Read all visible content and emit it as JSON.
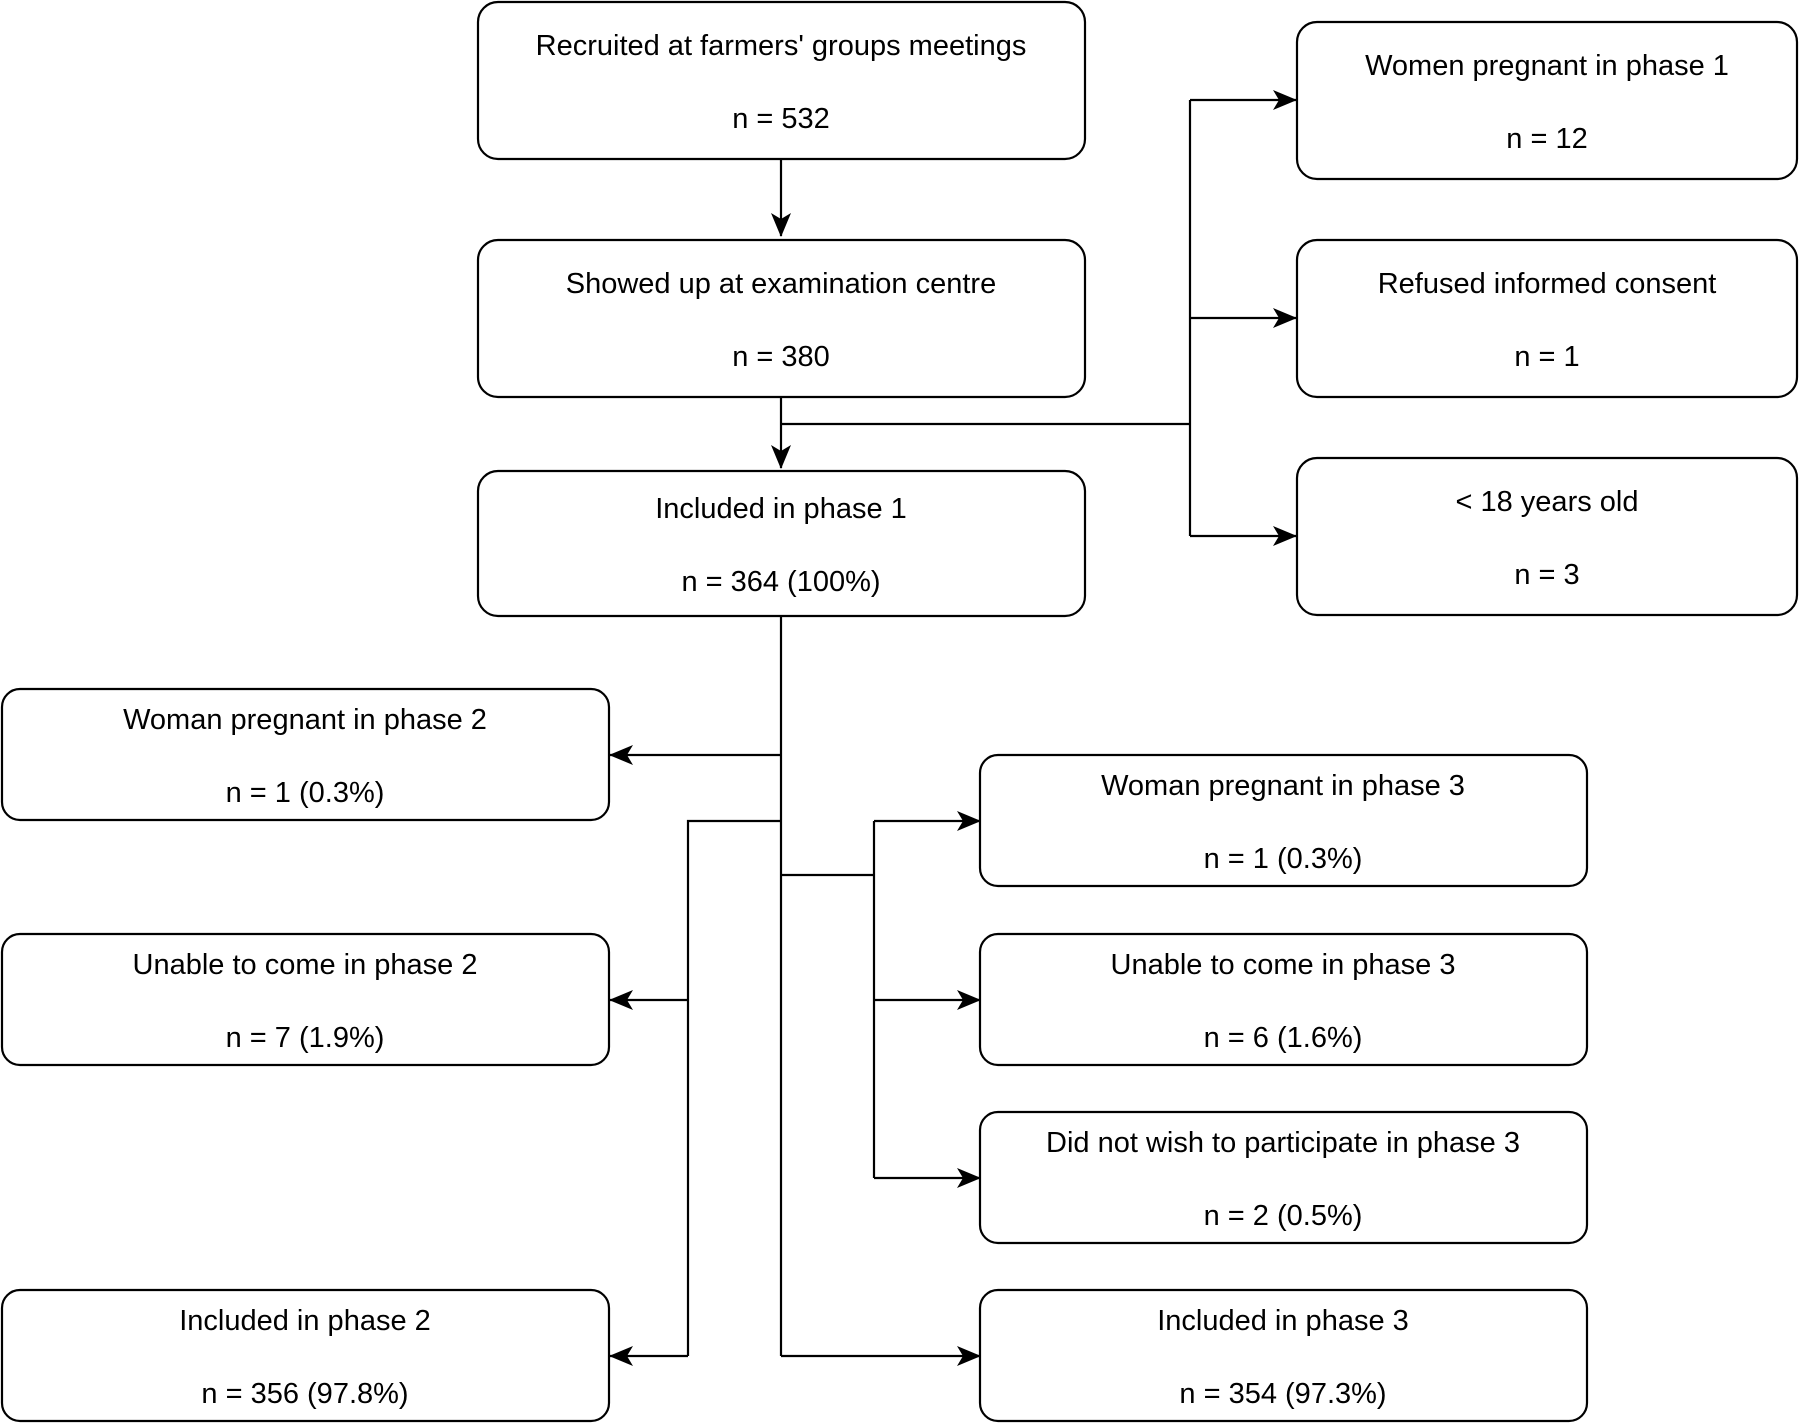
{
  "boxes": {
    "recruited": {
      "title": "Recruited at farmers' groups meetings",
      "count": "n = 532"
    },
    "showed_up": {
      "title": "Showed up at examination centre",
      "count": "n = 380"
    },
    "included_phase1": {
      "title": "Included in phase 1",
      "count": "n = 364 (100%)"
    },
    "pregnant_phase1": {
      "title": "Women pregnant in phase 1",
      "count": "n = 12"
    },
    "refused_consent": {
      "title": "Refused informed consent",
      "count": "n = 1"
    },
    "under_18": {
      "title": "< 18 years old",
      "count": "n = 3"
    },
    "pregnant_phase2": {
      "title": "Woman pregnant in phase 2",
      "count": "n = 1 (0.3%)"
    },
    "unable_phase2": {
      "title": "Unable to come in phase 2",
      "count": "n = 7 (1.9%)"
    },
    "included_phase2": {
      "title": "Included in phase 2",
      "count": "n = 356 (97.8%)"
    },
    "pregnant_phase3": {
      "title": "Woman pregnant in phase 3",
      "count": "n = 1 (0.3%)"
    },
    "unable_phase3": {
      "title": "Unable to come in phase 3",
      "count": "n = 6 (1.6%)"
    },
    "no_wish_phase3": {
      "title": "Did not wish to participate in phase 3",
      "count": "n = 2 (0.5%)"
    },
    "included_phase3": {
      "title": "Included in phase 3",
      "count": "n = 354 (97.3%)"
    }
  }
}
